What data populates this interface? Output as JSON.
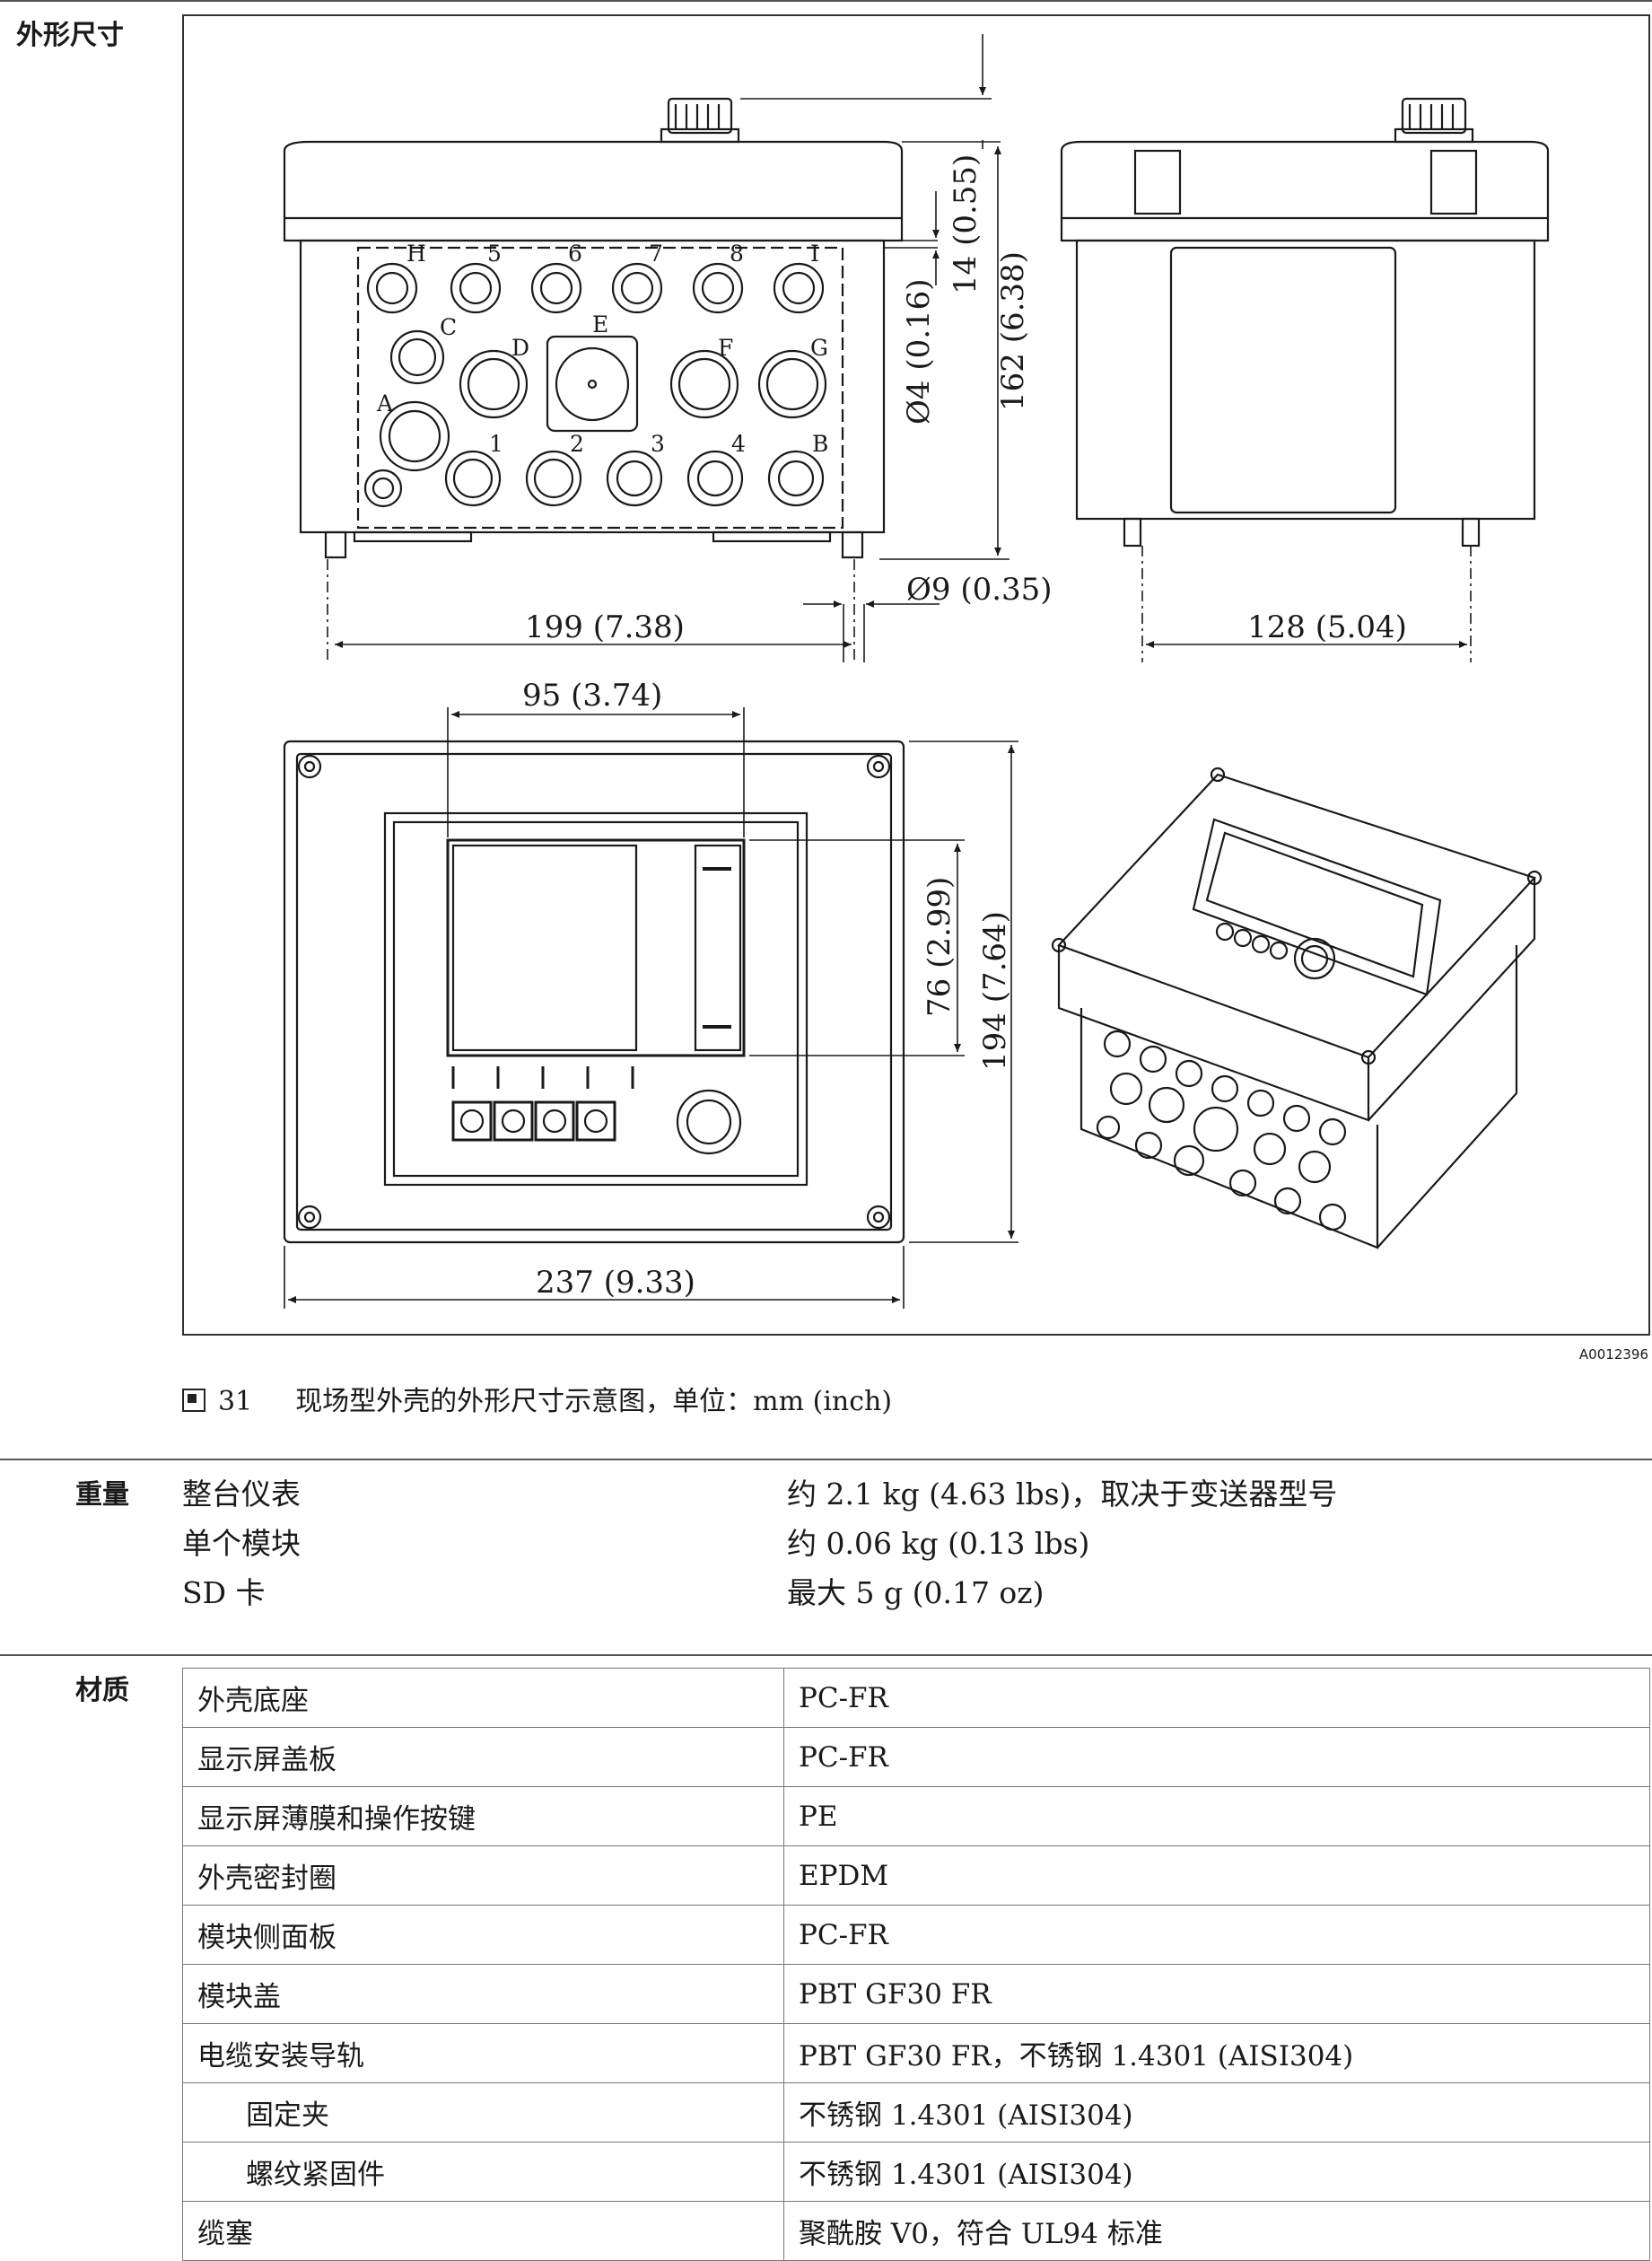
{
  "dimensions": {
    "section_label": "外形尺寸",
    "figure_code": "A0012396",
    "caption_number": "31",
    "caption_text": "现场型外壳的外形尺寸示意图，单位：mm (inch)",
    "labels": {
      "width_front": "199 (7.38)",
      "dia_foot": "Ø9 (0.35)",
      "depth_side": "128 (5.04)",
      "height_knob": "14 (0.55)",
      "height_total": "162 (6.38)",
      "dia_hole": "Ø4 (0.16)",
      "display_width": "95 (3.74)",
      "display_height": "76 (2.99)",
      "front_height": "194 (7.64)",
      "front_width": "237 (9.33)"
    },
    "gland_letters": {
      "H": "H",
      "n5": "5",
      "n6": "6",
      "n7": "7",
      "n8": "8",
      "I": "I",
      "C": "C",
      "D": "D",
      "E": "E",
      "F": "F",
      "G": "G",
      "A": "A",
      "n1": "1",
      "n2": "2",
      "n3": "3",
      "n4": "4",
      "B": "B"
    }
  },
  "weight": {
    "section_label": "重量",
    "rows": [
      {
        "item": "整台仪表",
        "value": "约 2.1 kg (4.63 lbs)，取决于变送器型号"
      },
      {
        "item": "单个模块",
        "value": "约 0.06 kg (0.13 lbs)"
      },
      {
        "item": "SD 卡",
        "value": "最大 5 g (0.17 oz)"
      }
    ]
  },
  "materials": {
    "section_label": "材质",
    "rows": [
      {
        "item": "外壳底座",
        "value": "PC-FR"
      },
      {
        "item": "显示屏盖板",
        "value": "PC-FR"
      },
      {
        "item": "显示屏薄膜和操作按键",
        "value": "PE"
      },
      {
        "item": "外壳密封圈",
        "value": "EPDM"
      },
      {
        "item": "模块侧面板",
        "value": "PC-FR"
      },
      {
        "item": "模块盖",
        "value": "PBT GF30 FR"
      },
      {
        "item": "电缆安装导轨",
        "value": "PBT GF30 FR，不锈钢 1.4301 (AISI304)"
      },
      {
        "item": "固定夹",
        "value": "不锈钢 1.4301 (AISI304)"
      },
      {
        "item": "螺纹紧固件",
        "value": "不锈钢 1.4301 (AISI304)"
      },
      {
        "item": "缆塞",
        "value": "聚酰胺 V0，符合 UL94 标准"
      }
    ]
  }
}
